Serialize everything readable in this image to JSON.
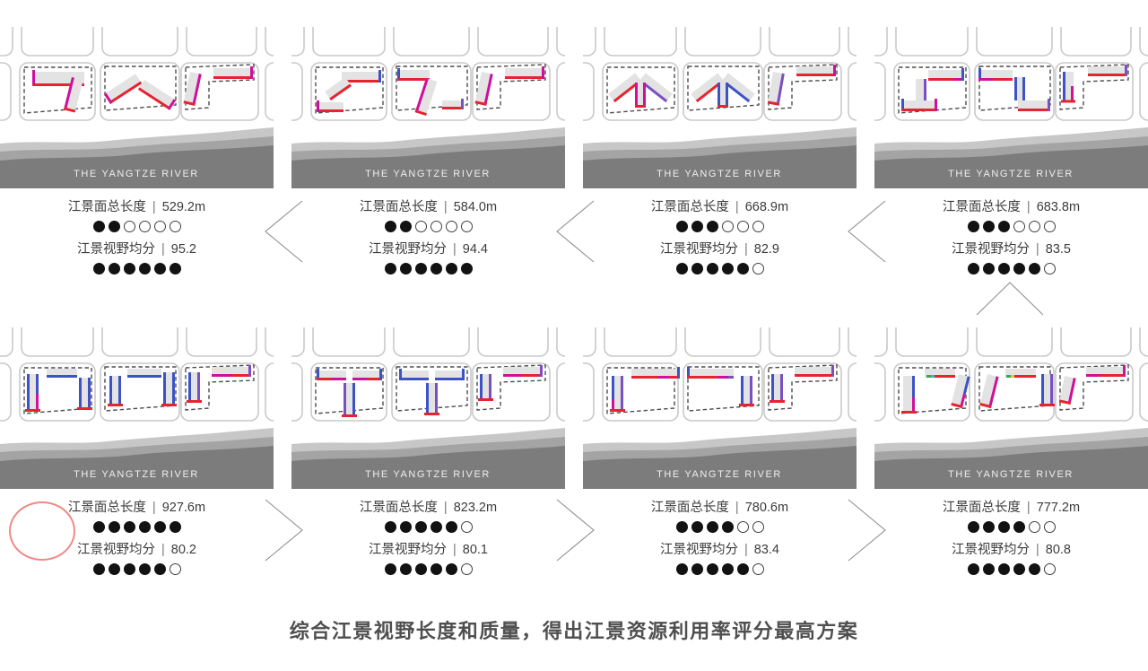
{
  "river_label": "THE YANGTZE RIVER",
  "caption": "综合江景视野长度和质量，得出江景资源利用率评分最高方案",
  "labels": {
    "length": "江景面总长度",
    "score": "江景视野均分",
    "separator": "|"
  },
  "dots_total": 6,
  "panels": [
    {
      "row": "top",
      "col": 1,
      "length_value": "529.2m",
      "length_dots": 2,
      "score_value": "95.2",
      "score_dots": 6,
      "highlighted": false
    },
    {
      "row": "top",
      "col": 2,
      "length_value": "584.0m",
      "length_dots": 2,
      "score_value": "94.4",
      "score_dots": 6,
      "highlighted": false
    },
    {
      "row": "top",
      "col": 3,
      "length_value": "668.9m",
      "length_dots": 3,
      "score_value": "82.9",
      "score_dots": 5,
      "highlighted": false
    },
    {
      "row": "top",
      "col": 4,
      "length_value": "683.8m",
      "length_dots": 3,
      "score_value": "83.5",
      "score_dots": 5,
      "highlighted": false
    },
    {
      "row": "bottom",
      "col": 1,
      "length_value": "927.6m",
      "length_dots": 6,
      "score_value": "80.2",
      "score_dots": 5,
      "highlighted": true
    },
    {
      "row": "bottom",
      "col": 2,
      "length_value": "823.2m",
      "length_dots": 5,
      "score_value": "80.1",
      "score_dots": 5,
      "highlighted": false
    },
    {
      "row": "bottom",
      "col": 3,
      "length_value": "780.6m",
      "length_dots": 4,
      "score_value": "83.4",
      "score_dots": 5,
      "highlighted": false
    },
    {
      "row": "bottom",
      "col": 4,
      "length_value": "777.2m",
      "length_dots": 4,
      "score_value": "80.8",
      "score_dots": 5,
      "highlighted": false
    }
  ],
  "colors": {
    "river_view_red": "#e62430",
    "magenta": "#ce109c",
    "purple": "#7a4fc0",
    "blue": "#3d53c5",
    "river_dark": "#7c7c7c",
    "highlight_circle": "#ee8b86"
  }
}
